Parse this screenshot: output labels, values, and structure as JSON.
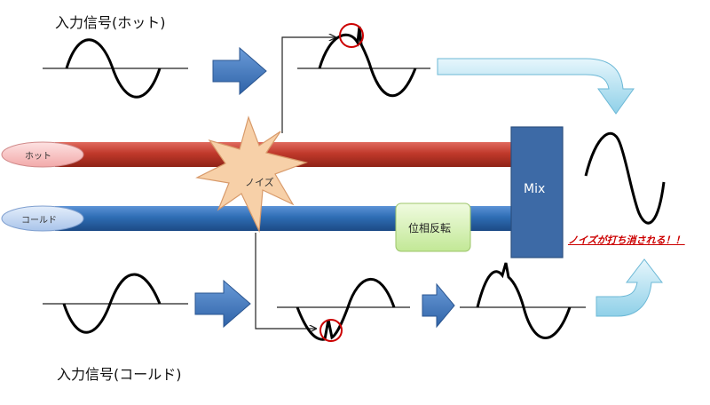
{
  "labels": {
    "input_hot": "入力信号(ホット)",
    "input_cold": "入力信号(コールド)",
    "hot": "ホット",
    "cold": "コールド",
    "noise": "ノイズ",
    "mix": "Mix",
    "phase_invert": "位相反転",
    "result": "ノイズが打ち消される！！"
  },
  "colors": {
    "hot_line": "#c0392b",
    "cold_line": "#2e6db4",
    "mix_box": "#3d6aa6",
    "phase_box": "#d4f2a8",
    "noise_burst": "#f7d0a8",
    "arrow_blue": "#4a7ec2",
    "arrow_light": "#a9d9ec",
    "highlight_ring": "#cc0000",
    "result_text": "#cc0000"
  }
}
